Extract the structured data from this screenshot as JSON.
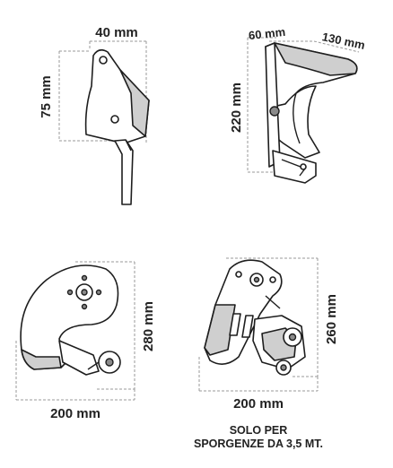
{
  "brackets": [
    {
      "width_label": "40 mm",
      "height_label": "75 mm"
    },
    {
      "depth_label": "60 mm",
      "width_label": "130 mm",
      "height_label": "220 mm"
    },
    {
      "height_label": "280 mm",
      "width_label": "200 mm"
    },
    {
      "height_label": "260 mm",
      "width_label": "200 mm",
      "note_line1": "SOLO PER",
      "note_line2": "SPORGENZE DA 3,5 MT."
    }
  ],
  "colors": {
    "line": "#1e1e1e",
    "shade": "#cfcfcf",
    "guide": "#9a9a9a"
  }
}
